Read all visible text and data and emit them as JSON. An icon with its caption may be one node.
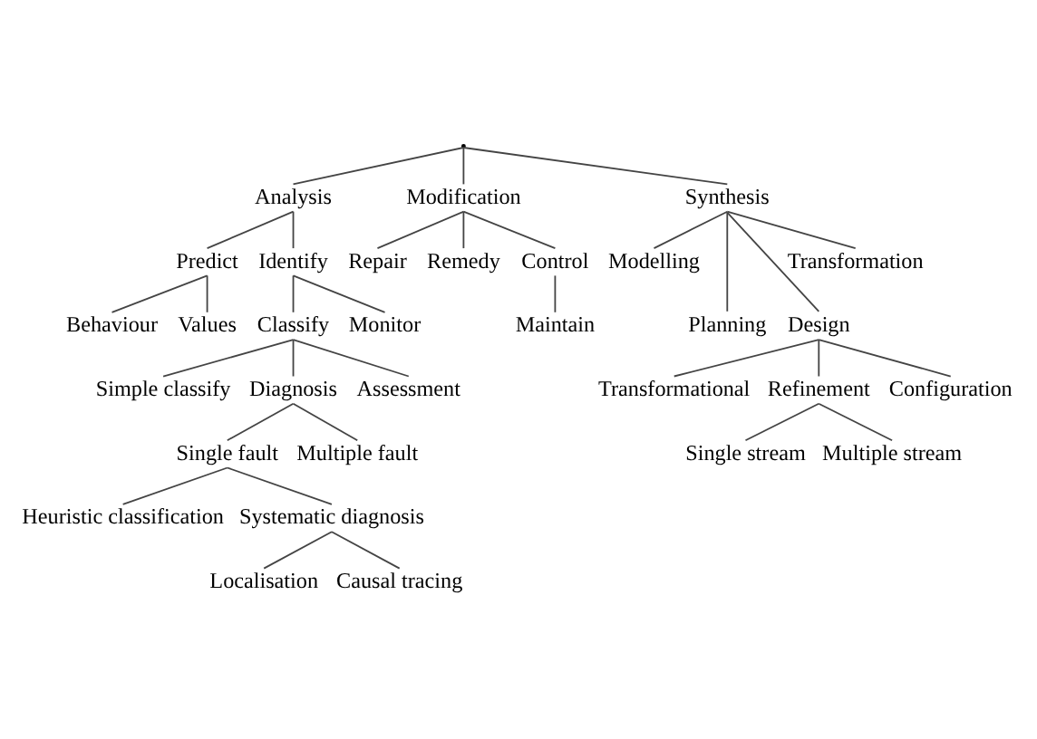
{
  "diagram": {
    "nodes": [
      {
        "text": [],
        "shape": "point"
      },
      {
        "text": [
          "Analysis"
        ]
      },
      {
        "text": [
          "Modification"
        ]
      },
      {
        "text": [
          "Synthesis"
        ]
      },
      {
        "text": [
          "Predict"
        ]
      },
      {
        "text": [
          "Identify"
        ]
      },
      {
        "text": [
          "Repair"
        ]
      },
      {
        "text": [
          "Remedy"
        ]
      },
      {
        "text": [
          "Control"
        ]
      },
      {
        "text": [
          "Modelling"
        ]
      },
      {
        "text": [
          "Transformation"
        ]
      },
      {
        "text": [
          "Behaviour"
        ]
      },
      {
        "text": [
          "Values"
        ]
      },
      {
        "text": [
          "Classify"
        ]
      },
      {
        "text": [
          "Monitor"
        ]
      },
      {
        "text": [
          "Maintain"
        ]
      },
      {
        "text": [
          "Planning"
        ]
      },
      {
        "text": [
          "Design"
        ]
      },
      {
        "text": [
          "Simple classify"
        ]
      },
      {
        "text": [
          "Diagnosis"
        ]
      },
      {
        "text": [
          "Assessment"
        ]
      },
      {
        "text": [
          "Transformational"
        ]
      },
      {
        "text": [
          "Refinement"
        ]
      },
      {
        "text": [
          "Configuration"
        ]
      },
      {
        "text": [
          "Single fault"
        ]
      },
      {
        "text": [
          "Multiple fault"
        ]
      },
      {
        "text": [
          "Single stream"
        ]
      },
      {
        "text": [
          "Multiple stream"
        ]
      },
      {
        "text": [
          "Heuristic classification"
        ]
      },
      {
        "text": [
          "Systematic diagnosis"
        ]
      },
      {
        "text": [
          "Localisation"
        ]
      },
      {
        "text": [
          "Causal tracing"
        ]
      }
    ],
    "edges": [
      {
        "from": 0,
        "to": 1,
        "arrow": "none"
      },
      {
        "from": 0,
        "to": 2,
        "arrow": "none"
      },
      {
        "from": 0,
        "to": 3,
        "arrow": "none"
      },
      {
        "from": 1,
        "to": 4,
        "arrow": "none"
      },
      {
        "from": 1,
        "to": 5,
        "arrow": "none"
      },
      {
        "from": 2,
        "to": 6,
        "arrow": "none"
      },
      {
        "from": 2,
        "to": 7,
        "arrow": "none"
      },
      {
        "from": 2,
        "to": 8,
        "arrow": "none"
      },
      {
        "from": 3,
        "to": 9,
        "arrow": "none"
      },
      {
        "from": 3,
        "to": 16,
        "arrow": "none"
      },
      {
        "from": 3,
        "to": 17,
        "arrow": "none"
      },
      {
        "from": 3,
        "to": 10,
        "arrow": "none"
      },
      {
        "from": 4,
        "to": 11,
        "arrow": "none"
      },
      {
        "from": 4,
        "to": 12,
        "arrow": "none"
      },
      {
        "from": 5,
        "to": 13,
        "arrow": "none"
      },
      {
        "from": 5,
        "to": 14,
        "arrow": "none"
      },
      {
        "from": 8,
        "to": 15,
        "arrow": "none"
      },
      {
        "from": 13,
        "to": 18,
        "arrow": "none"
      },
      {
        "from": 13,
        "to": 19,
        "arrow": "none"
      },
      {
        "from": 13,
        "to": 20,
        "arrow": "none"
      },
      {
        "from": 17,
        "to": 21,
        "arrow": "none"
      },
      {
        "from": 17,
        "to": 22,
        "arrow": "none"
      },
      {
        "from": 17,
        "to": 23,
        "arrow": "none"
      },
      {
        "from": 19,
        "to": 24,
        "arrow": "none"
      },
      {
        "from": 19,
        "to": 25,
        "arrow": "none"
      },
      {
        "from": 22,
        "to": 26,
        "arrow": "none"
      },
      {
        "from": 22,
        "to": 27,
        "arrow": "none"
      },
      {
        "from": 24,
        "to": 28,
        "arrow": "none"
      },
      {
        "from": 24,
        "to": 29,
        "arrow": "none"
      },
      {
        "from": 29,
        "to": 30,
        "arrow": "none"
      },
      {
        "from": 29,
        "to": 31,
        "arrow": "none"
      }
    ]
  }
}
